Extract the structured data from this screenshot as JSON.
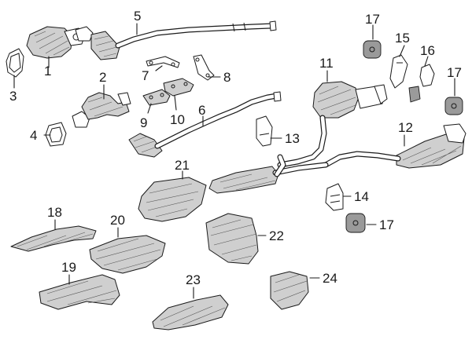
{
  "labels": {
    "c1": "1",
    "c2": "2",
    "c3": "3",
    "c4": "4",
    "c5": "5",
    "c6": "6",
    "c7": "7",
    "c8": "8",
    "c9": "9",
    "c10": "10",
    "c11": "11",
    "c12": "12",
    "c13": "13",
    "c14": "14",
    "c15": "15",
    "c16": "16",
    "c17a": "17",
    "c17b": "17",
    "c17c": "17",
    "c18": "18",
    "c19": "19",
    "c20": "20",
    "c21": "21",
    "c22": "22",
    "c23": "23",
    "c24": "24"
  },
  "colors": {
    "line": "#1a1a1a",
    "shade": "#cfcfcf",
    "dark_shade": "#9a9a9a",
    "background": "#ffffff"
  }
}
